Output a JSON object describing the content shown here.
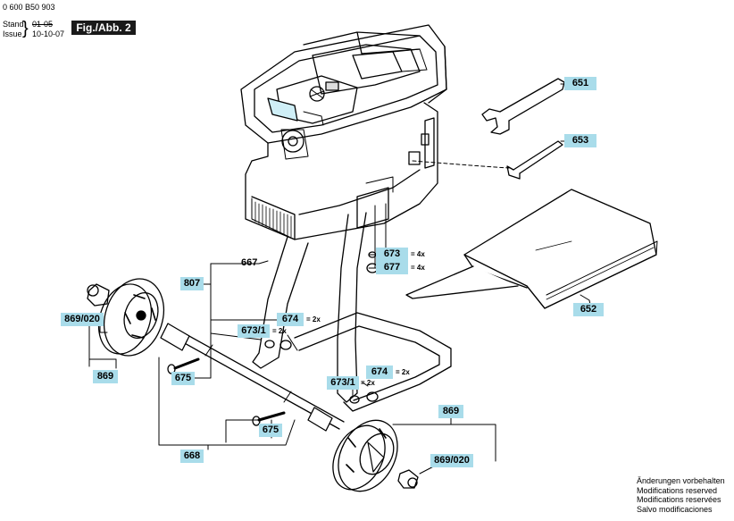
{
  "header": {
    "doc_number": "0 600 B50 903",
    "stand_label": "Stand",
    "stand_value": "01-05",
    "issue_label": "Issue",
    "issue_value": "10-10-07",
    "figure_label": "Fig./Abb. 2"
  },
  "parts": [
    {
      "id": "651",
      "label": "651"
    },
    {
      "id": "653",
      "label": "653"
    },
    {
      "id": "673",
      "label": "673",
      "qty": "= 4x"
    },
    {
      "id": "677",
      "label": "677",
      "qty": "= 4x"
    },
    {
      "id": "652",
      "label": "652"
    },
    {
      "id": "667",
      "label": "667"
    },
    {
      "id": "807",
      "label": "807"
    },
    {
      "id": "674a",
      "label": "674",
      "qty": "= 2x"
    },
    {
      "id": "6731a",
      "label": "673/1",
      "qty": "= 2x"
    },
    {
      "id": "869020a",
      "label": "869/020"
    },
    {
      "id": "869a",
      "label": "869"
    },
    {
      "id": "675a",
      "label": "675"
    },
    {
      "id": "6731b",
      "label": "673/1",
      "qty": "= 2x"
    },
    {
      "id": "674b",
      "label": "674",
      "qty": "= 2x"
    },
    {
      "id": "869b",
      "label": "869"
    },
    {
      "id": "675b",
      "label": "675"
    },
    {
      "id": "668",
      "label": "668"
    },
    {
      "id": "869020b",
      "label": "869/020"
    }
  ],
  "notes": [
    "Änderungen vorbehalten",
    "Modifications reserved",
    "Modifications reservées",
    "Salvo modificaciones"
  ],
  "colors": {
    "tag_bg": "#a9dcea",
    "figure_tag_bg": "#1a1a1a",
    "line": "#000000"
  }
}
